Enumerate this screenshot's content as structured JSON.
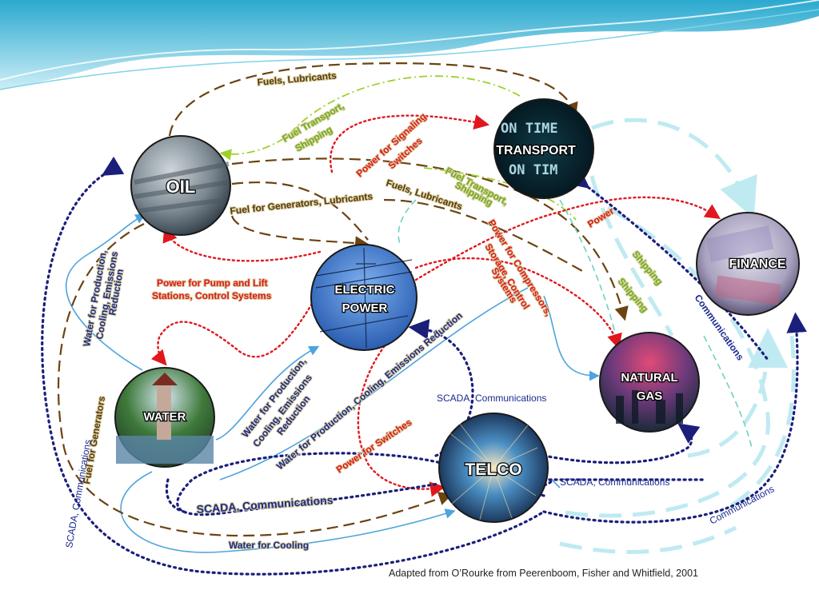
{
  "colors": {
    "header_wave": "#3fb6d6",
    "fuel": "#6b4410",
    "power": "#e0181e",
    "communications": "#1b1f7a",
    "water": "#4ea4dc",
    "shipping": "#bfeaf2",
    "fuel_transport": "#9fd02a"
  },
  "nodes": {
    "oil": "OIL",
    "transport": "TRANSPORT",
    "finance": "FINANCE",
    "electric_power_1": "ELECTRIC",
    "electric_power_2": "POWER",
    "natural_gas_1": "NATURAL",
    "natural_gas_2": "GAS",
    "water": "WATER",
    "telco": "TELCO"
  },
  "links": {
    "fuels_lubricants_top": "Fuels, Lubricants",
    "fuel_transport_shipping_1": "Fuel Transport,",
    "fuel_transport_shipping_2": "Shipping",
    "power_signaling_1": "Power for Signaling",
    "power_signaling_2": "Switches",
    "fuel_transport_shipping_b1": "Fuel Transport,",
    "fuel_transport_shipping_b2": "Shipping",
    "fuels_lubricants_mid": "Fuels, Lubricants",
    "fuel_generators_lubricants": "Fuel for Generators, Lubricants",
    "power_compressors_1": "Power for Compressors,",
    "power_compressors_2": "Storage, Control",
    "power_compressors_3": "Systems",
    "power": "Power",
    "shipping_1": "Shipping",
    "shipping_2": "Shipping",
    "communications_right": "Communications",
    "water_production_left_1": "Water for Production,",
    "water_production_left_2": "Cooling, Emissions",
    "water_production_left_3": "Reduction",
    "power_pump_1": "Power for Pump and Lift",
    "power_pump_2": "Stations, Control Systems",
    "water_production_mid_1": "Water for Production,",
    "water_production_mid_2": "Cooling, Emissions",
    "water_production_mid_3": "Reduction",
    "water_production_long": "Water for Production, Cooling, Emissions Reduction",
    "scada_comm_mid": "SCADA, Communications",
    "power_switches": "Power for Switches",
    "fuel_generators": "Fuel for Generators",
    "scada_comm_left": "SCADA, Communications",
    "scada_comm_bottom": "SCADA, Communications",
    "scada_comm_right": "SCADA, Communications",
    "water_cooling": "Water for Cooling",
    "communications_bottom_right": "Communications"
  },
  "credit": "Adapted from O’Rourke from Peerenboom, Fisher and Whitfield, 2001"
}
